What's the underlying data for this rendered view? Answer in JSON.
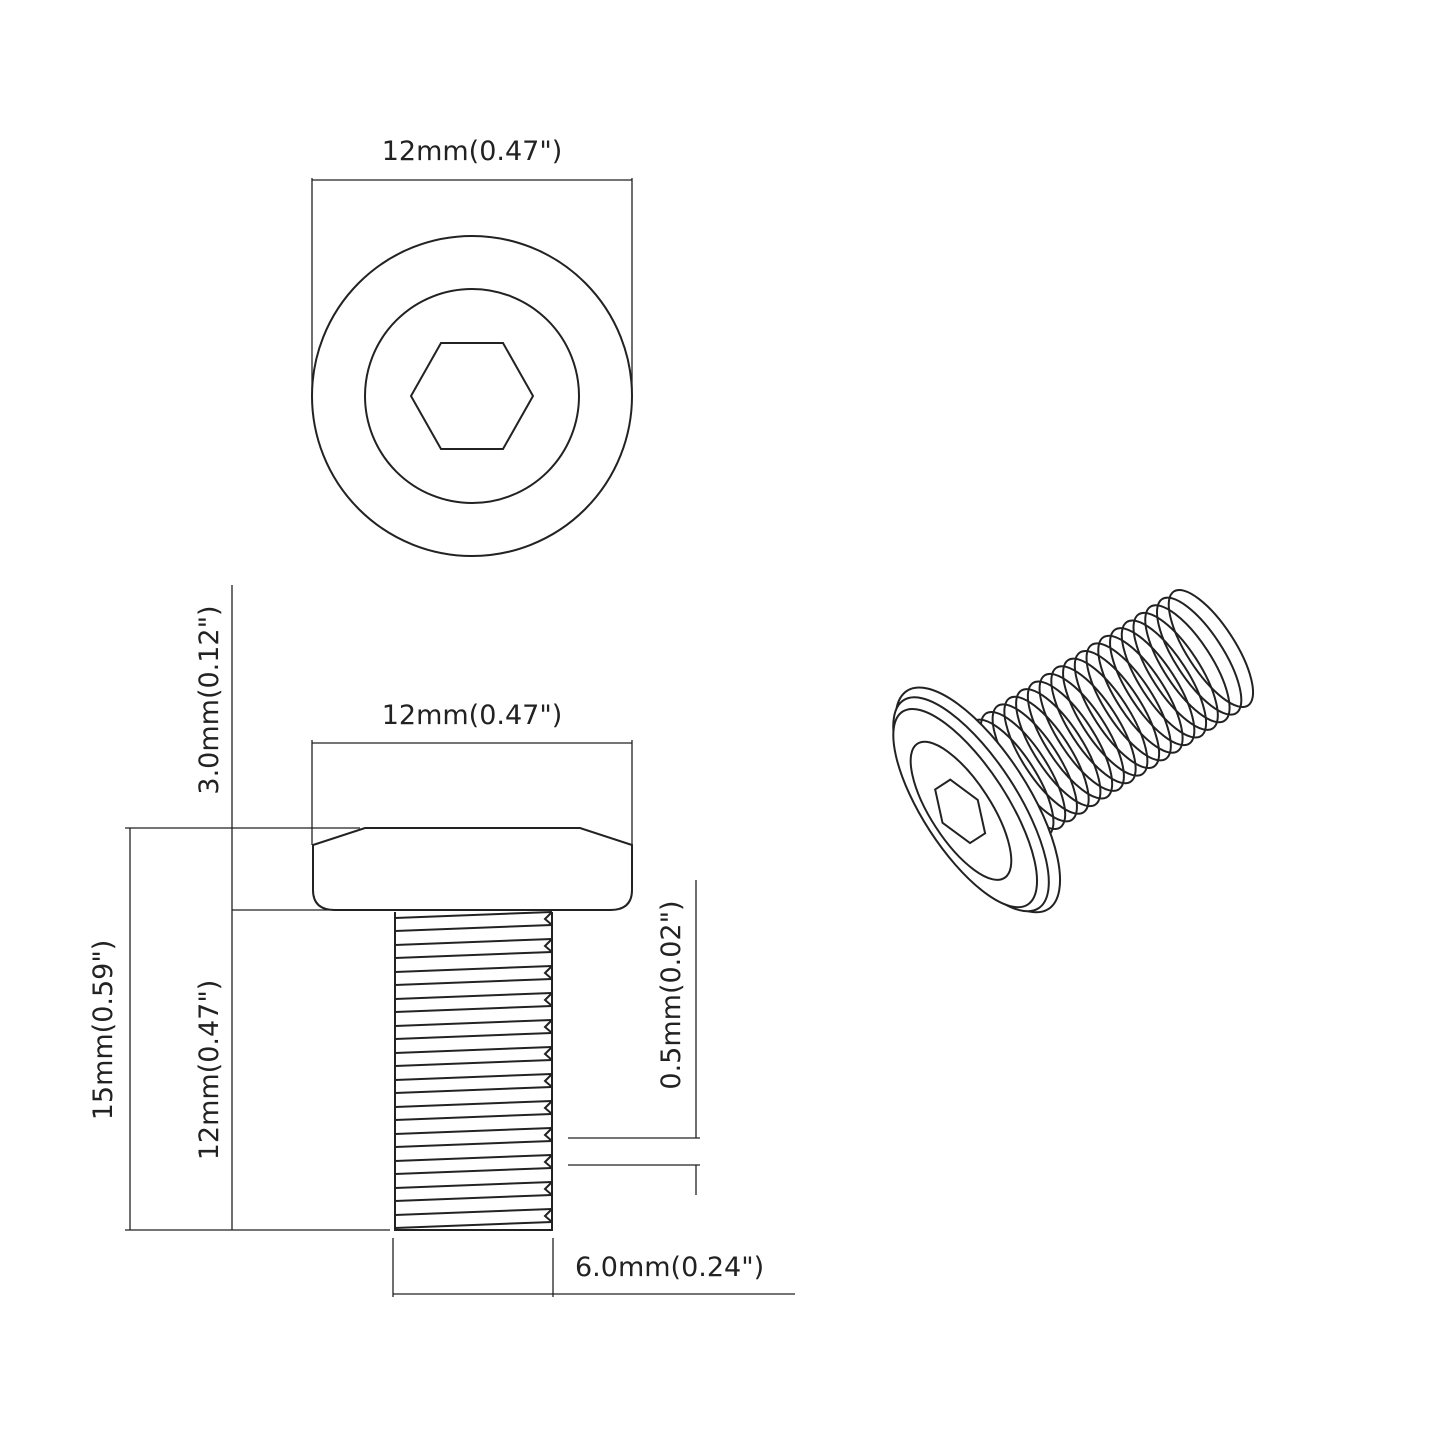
{
  "top_view": {
    "diameter_label": "12mm(0.47\")"
  },
  "side_view": {
    "head_diameter_label": "12mm(0.47\")",
    "head_height_label": "3.0mm(0.12\")",
    "total_length_label": "15mm(0.59\")",
    "thread_length_label": "12mm(0.47\")",
    "pitch_label": "0.5mm(0.02\")",
    "thread_diameter_label": "6.0mm(0.24\")"
  }
}
